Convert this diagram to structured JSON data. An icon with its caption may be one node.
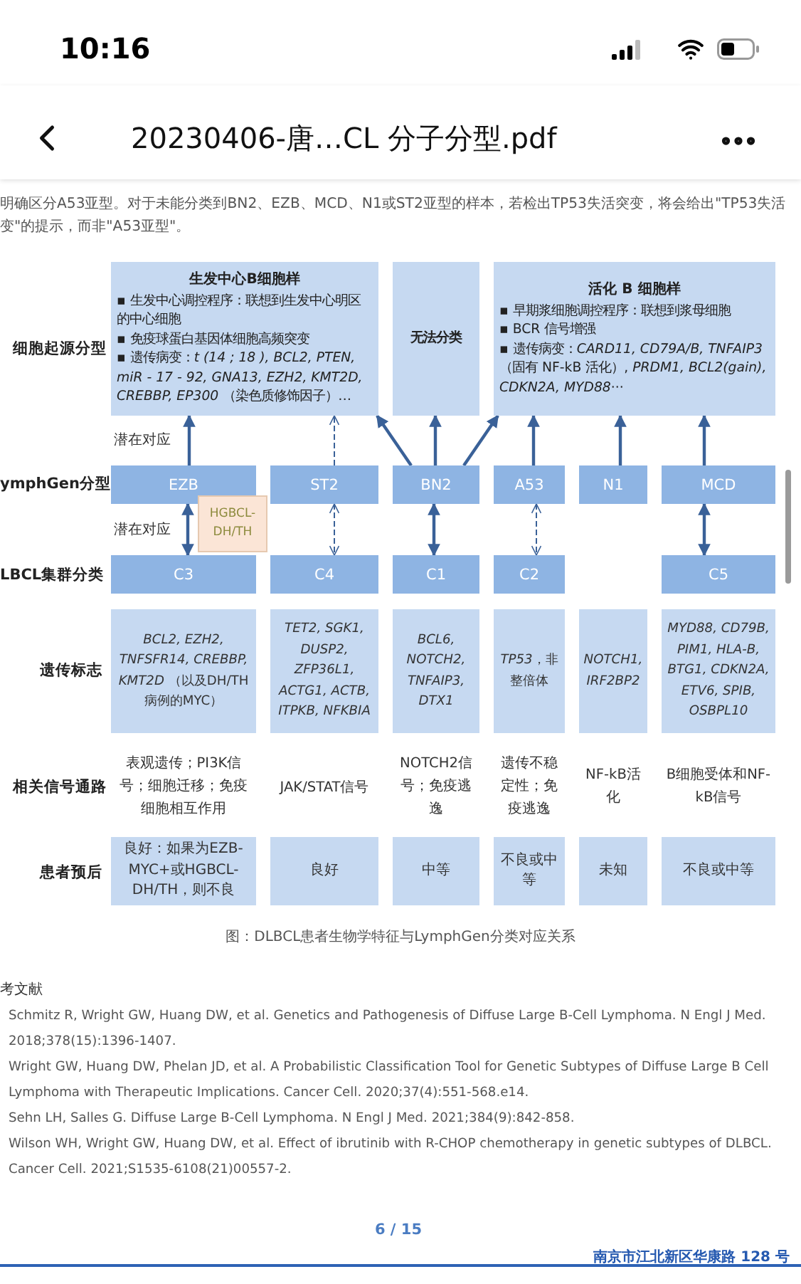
{
  "diagram": {
    "caption": "图：DLBCL患者生物学特征与LymphGen分类对应关系",
    "nodes": [
      {
        "text": [
          "生发中心B细胞样",
          "▪ 生发中心调控程序：联想到生发中心明区的中心细胞",
          "▪ 免疫球蛋白基因体细胞高频突变",
          "▪ 遗传病变：*t (14 ; 18 ), BCL2, PTEN, miR - 17 - 92, GNA13, EZH2, KMT2D, CREBBP, EP300* （染色质修饰因子）…"
        ]
      },
      {
        "text": [
          "无法分类"
        ]
      },
      {
        "text": [
          "活化 B 细胞样",
          "▪ 早期浆细胞调控程序：联想到浆母细胞",
          "▪ BCR 信号增强",
          "▪ 遗传病变：*CARD11, CD79A/B, TNFAIP3* （固有 NF-kB 活化）, *PRDM1, BCL2(gain), CDKN2A, MYD88*···"
        ]
      },
      {
        "text": [
          "EZB"
        ]
      },
      {
        "text": [
          "ST2"
        ]
      },
      {
        "text": [
          "BN2"
        ]
      },
      {
        "text": [
          "A53"
        ]
      },
      {
        "text": [
          "N1"
        ]
      },
      {
        "text": [
          "MCD"
        ]
      },
      {
        "text": [
          "HGBCL-DH/TH"
        ]
      },
      {
        "text": [
          "C3"
        ]
      },
      {
        "text": [
          "C4"
        ]
      },
      {
        "text": [
          "C1"
        ]
      },
      {
        "text": [
          "C2"
        ]
      },
      {
        "text": [
          "C5"
        ]
      },
      {
        "text": [
          "*BCL2, EZH2, TNFSFR14, CREBBP, KMT2D* （以及DH/TH病例的MYC）"
        ]
      },
      {
        "text": [
          "TET2, SGK1, DUSP2, ZFP36L1, ACTG1, ACTB, ITPKB, NFKBIA"
        ]
      },
      {
        "text": [
          "BCL6, NOTCH2, TNFAIP3, DTX1"
        ]
      },
      {
        "text": [
          "*TP53*，非整倍体"
        ]
      },
      {
        "text": [
          "NOTCH1, IRF2BP2"
        ]
      },
      {
        "text": [
          "MYD88, CD79B, PIM1, HLA-B, BTG1, CDKN2A, ETV6, SPIB, OSBPL10"
        ]
      },
      {
        "text": [
          "良好：如果为EZB-MYC+或HGBCL-DH/TH，则不良"
        ]
      },
      {
        "text": [
          "良好"
        ]
      },
      {
        "text": [
          "中等"
        ]
      },
      {
        "text": [
          "不良或中等"
        ]
      },
      {
        "text": [
          "未知"
        ]
      },
      {
        "text": [
          "不良或中等"
        ]
      }
    ],
    "edges": [
      {
        "from": 3,
        "to": 0,
        "arrow": "to"
      },
      {
        "from": 4,
        "to": 0,
        "arrow": "to",
        "style": "dashed"
      },
      {
        "from": 5,
        "to": 0,
        "arrow": "to"
      },
      {
        "from": 5,
        "to": 1,
        "arrow": "to"
      },
      {
        "from": 5,
        "to": 2,
        "arrow": "to"
      },
      {
        "from": 6,
        "to": 2,
        "arrow": "to"
      },
      {
        "from": 7,
        "to": 2,
        "arrow": "to"
      },
      {
        "from": 8,
        "to": 2,
        "arrow": "to"
      },
      {
        "from": 3,
        "to": 10,
        "arrow": "both"
      },
      {
        "from": 4,
        "to": 11,
        "arrow": "both",
        "style": "dashed"
      },
      {
        "from": 5,
        "to": 12,
        "arrow": "both"
      },
      {
        "from": 6,
        "to": 13,
        "arrow": "both",
        "style": "dashed"
      },
      {
        "from": 8,
        "to": 14,
        "arrow": "both"
      }
    ],
    "labels": [
      "10:16",
      "20230406-唐…CL 分子分型.pdf",
      "明确区分A53亚型。对于未能分类到BN2、EZB、MCD、N1或ST2亚型的样本，若检出TP53失活突变，将会给出\"TP53失活",
      "变\"的提示，而非\"A53亚型\"。",
      "细胞起源分型",
      "潜在对应",
      "ymphGen分型",
      "潜在对应",
      "LBCL集群分类",
      "遗传标志",
      "相关信号通路",
      "表观遗传；PI3K信号；细胞迁移；免疫细胞相互作用",
      "JAK/STAT信号",
      "NOTCH2信号；免疫逃逸",
      "遗传不稳定性；免疫逃逸",
      "NF-kB活化",
      "B细胞受体和NF-kB信号",
      "患者预后",
      "考文献",
      "Schmitz R, Wright GW, Huang DW, et al. Genetics and Pathogenesis of Diffuse Large B-Cell Lymphoma. N Engl J Med. 2018;378(15):1396-1407.",
      "Wright GW, Huang DW, Phelan JD, et al. A Probabilistic Classification Tool for Genetic Subtypes of Diffuse Large B Cell Lymphoma with Therapeutic Implications. Cancer Cell. 2020;37(4):551-568.e14.",
      "Sehn LH, Salles G. Diffuse Large B-Cell Lymphoma. N Engl J Med. 2021;384(9):842-858.",
      "Wilson WH, Wright GW, Huang DW, et al. Effect of ibrutinib with R-CHOP chemotherapy in genetic subtypes of DLBCL. Cancer Cell. 2021;S1535-6108(21)00557-2.",
      "6 / 15",
      "南京市江北新区华康路 128 号"
    ]
  }
}
